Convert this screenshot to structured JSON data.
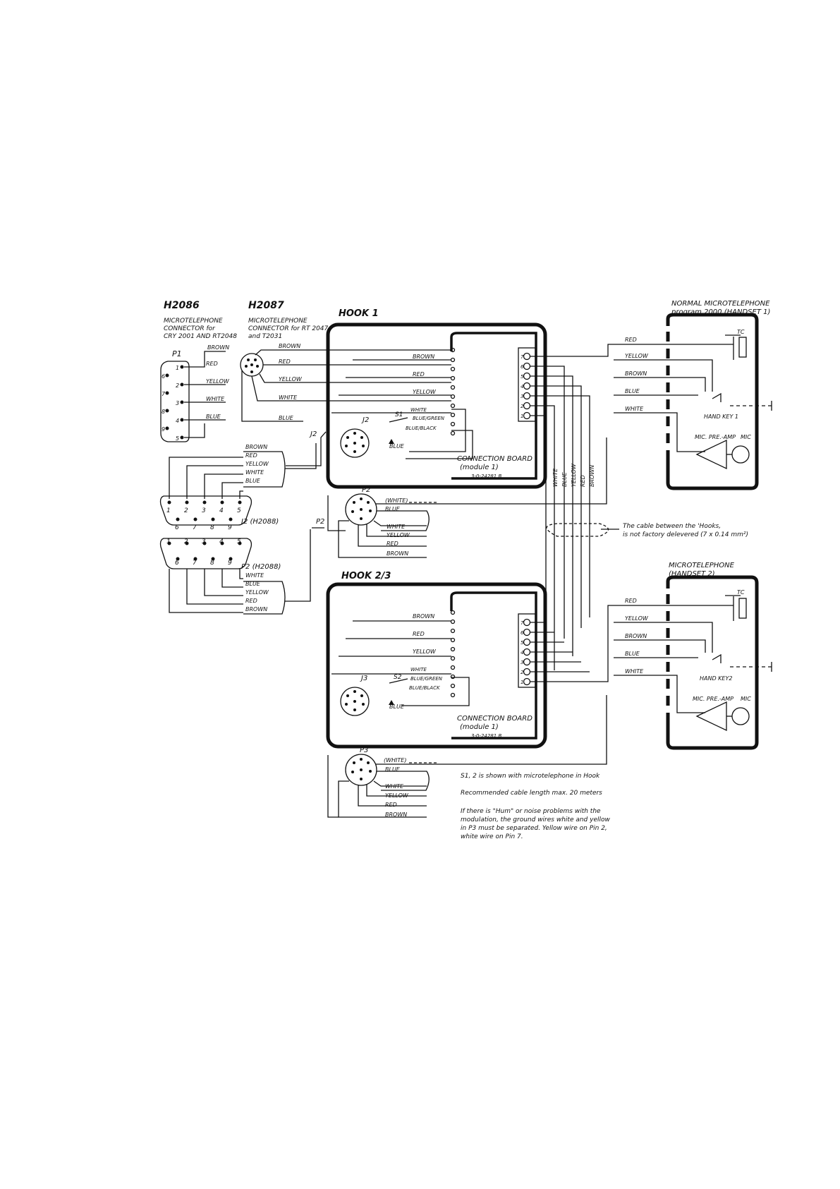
{
  "connectors": {
    "h2086": {
      "code": "H2086",
      "desc1": "MICROTELEPHONE",
      "desc2": "CONNECTOR for",
      "desc3": "CRY 2001 AND RT2048",
      "plug": "P1",
      "pins": [
        "1",
        "2",
        "3",
        "4",
        "5",
        "6",
        "7",
        "8",
        "9"
      ],
      "wires": [
        "BROWN",
        "RED",
        "YELLOW",
        "WHITE",
        "BLUE"
      ]
    },
    "h2087": {
      "code": "H2087",
      "desc1": "MICROTELEPHONE",
      "desc2": "CONNECTOR for RT 2047",
      "desc3": "and T2031",
      "wires": [
        "BROWN",
        "RED",
        "YELLOW",
        "WHITE",
        "BLUE"
      ]
    },
    "j2_label": "J2",
    "p2_label": "P2",
    "j2_h2088": {
      "label": "J2 (H2088)",
      "pins_top": [
        "1",
        "2",
        "3",
        "4",
        "5"
      ],
      "pins_bottom": [
        "6",
        "7",
        "8",
        "9"
      ],
      "wires": [
        "BROWN",
        "RED",
        "YELLOW",
        "WHITE",
        "BLUE"
      ]
    },
    "p2_h2088": {
      "label": "P2 (H2088)",
      "pins_top": [
        "5",
        "4",
        "3",
        "2",
        "1"
      ],
      "pins_bottom": [
        "9",
        "8",
        "7",
        "6"
      ],
      "wires": [
        "WHITE",
        "BLUE",
        "YELLOW",
        "RED",
        "BROWN"
      ]
    }
  },
  "hook1": {
    "title": "HOOK 1",
    "wires": [
      "BROWN",
      "RED",
      "YELLOW",
      "WHITE",
      "BLUE/GREEN",
      "BLUE/BLACK",
      "BLUE"
    ],
    "jack": "J2",
    "switch": "S1",
    "board": {
      "title": "CONNECTION BOARD",
      "module": "(module 1)",
      "part": "3-0-24281 B"
    },
    "terminals": [
      "7",
      "6",
      "5",
      "4",
      "3",
      "2",
      "1"
    ]
  },
  "p2_plug": {
    "label": "P2",
    "wires": [
      "(WHITE)",
      "BLUE",
      "WHITE",
      "YELLOW",
      "RED",
      "BROWN"
    ]
  },
  "hook23": {
    "title": "HOOK 2/3",
    "wires": [
      "BROWN",
      "RED",
      "YELLOW",
      "WHITE",
      "BLUE/GREEN",
      "BLUE/BLACK",
      "BLUE"
    ],
    "jack": "J3",
    "switch": "S2",
    "board": {
      "title": "CONNECTION BOARD",
      "module": "(module 1)",
      "part": "3-0-24281 B"
    },
    "terminals": [
      "7",
      "6",
      "5",
      "4",
      "3",
      "2",
      "1"
    ]
  },
  "p3_plug": {
    "label": "P3",
    "wires": [
      "(WHITE)",
      "BLUE",
      "WHITE",
      "YELLOW",
      "RED",
      "BROWN"
    ]
  },
  "vertical_cable": [
    "WHITE",
    "BLUE",
    "YELLOW",
    "RED",
    "BROWN"
  ],
  "handset1": {
    "title1": "NORMAL MICROTELEPHONE",
    "title2": "program 2000 (HANDSET 1)",
    "wires": [
      "RED",
      "YELLOW",
      "BROWN",
      "BLUE",
      "WHITE"
    ],
    "tc": "TC",
    "key": "HAND KEY 1",
    "preamp": "MIC. PRE.-AMP",
    "mic": "MIC"
  },
  "handset2": {
    "title1": "MICROTELEPHONE",
    "title2": "(HANDSET 2)",
    "wires": [
      "RED",
      "YELLOW",
      "BROWN",
      "BLUE",
      "WHITE"
    ],
    "tc": "TC",
    "key": "HAND KEY2",
    "preamp": "MIC. PRE.-AMP",
    "mic": "MIC"
  },
  "cable_note": {
    "line1": "The cable between the 'Hooks,",
    "line2": "is not factory delevered (7 x 0.14 mm²)"
  },
  "notes": [
    "S1, 2 is shown with microtelephone in Hook",
    "Recommended cable length max. 20 meters",
    "If there is \"Hum\" or noise problems with the",
    "modulation, the ground wires white and yellow",
    "in P3 must be separated. Yellow wire on Pin 2,",
    "white wire on Pin 7."
  ]
}
